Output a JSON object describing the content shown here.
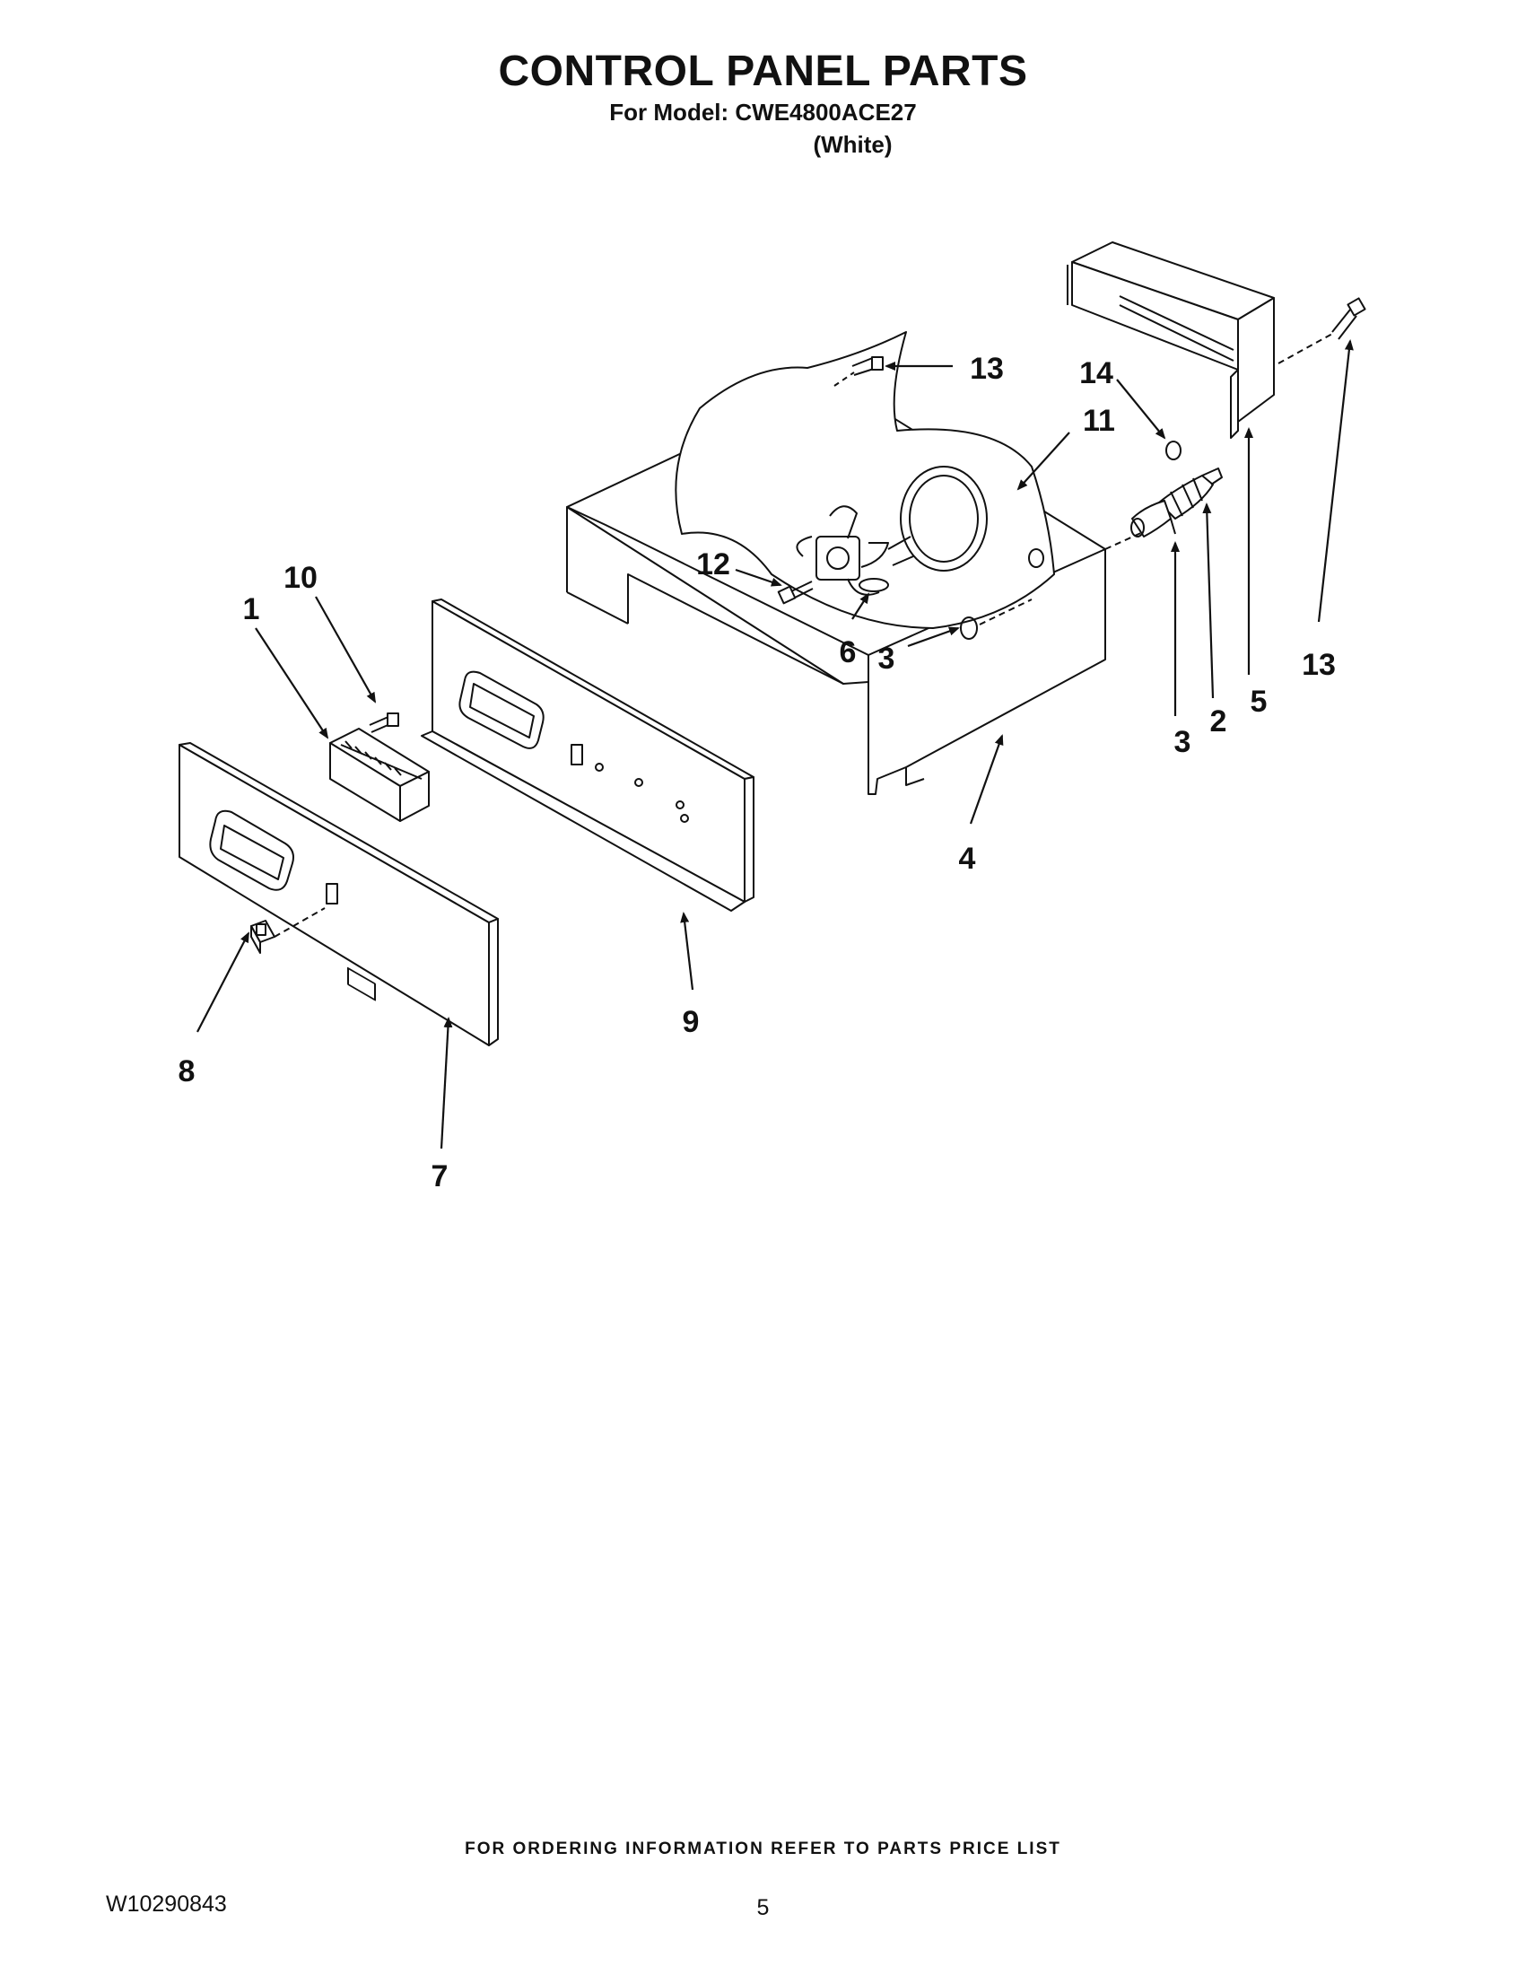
{
  "header": {
    "title": "CONTROL PANEL PARTS",
    "model_line": "For Model: CWE4800ACE27",
    "color_line": "(White)"
  },
  "callouts": [
    "1",
    "2",
    "3",
    "3",
    "4",
    "5",
    "6",
    "7",
    "8",
    "9",
    "10",
    "11",
    "12",
    "13",
    "13",
    "14"
  ],
  "footer": {
    "note": "FOR ORDERING INFORMATION REFER TO PARTS PRICE LIST",
    "doc_number": "W10290843",
    "page_number": "5"
  }
}
